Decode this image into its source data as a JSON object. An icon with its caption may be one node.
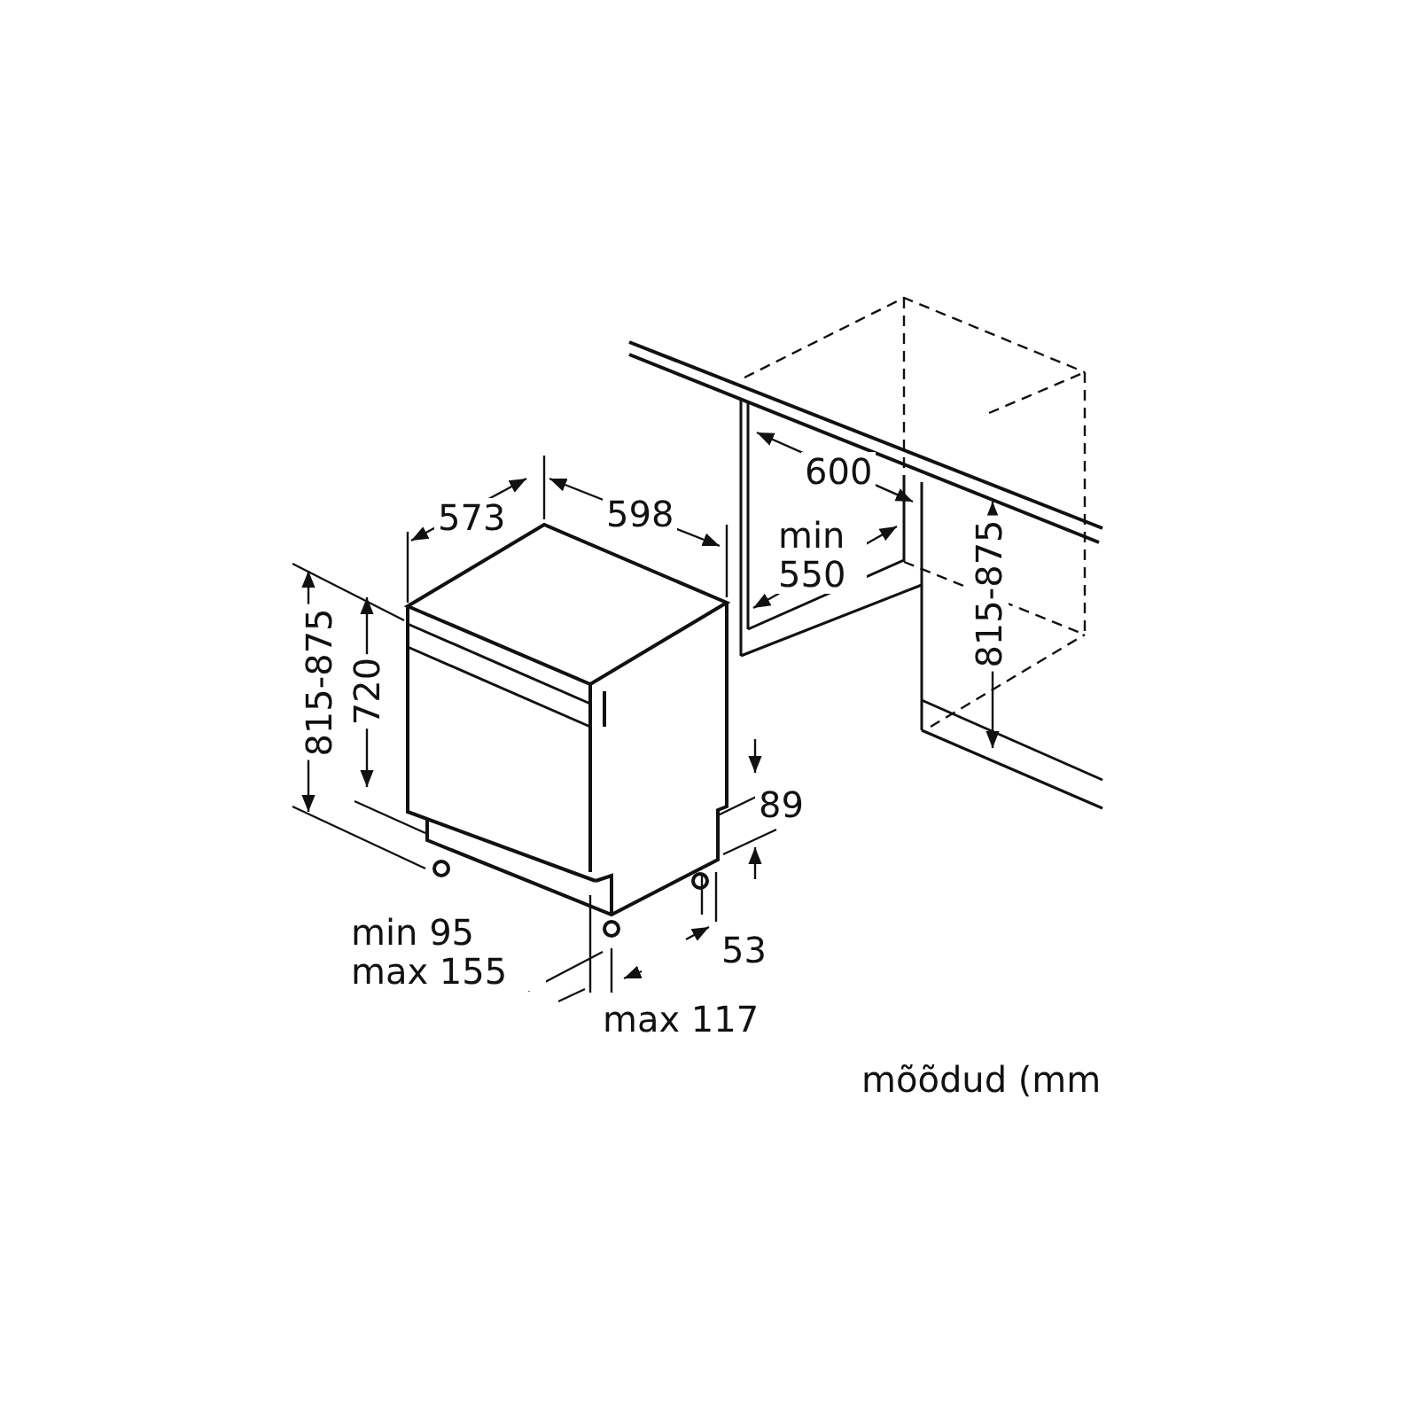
{
  "diagram": {
    "labels": [
      "600",
      "573",
      "598",
      "min 550",
      "815-875",
      "720",
      "815-875",
      "89",
      "min 95 max 155",
      "53",
      "max 117",
      "mõõdud (mm"
    ]
  }
}
